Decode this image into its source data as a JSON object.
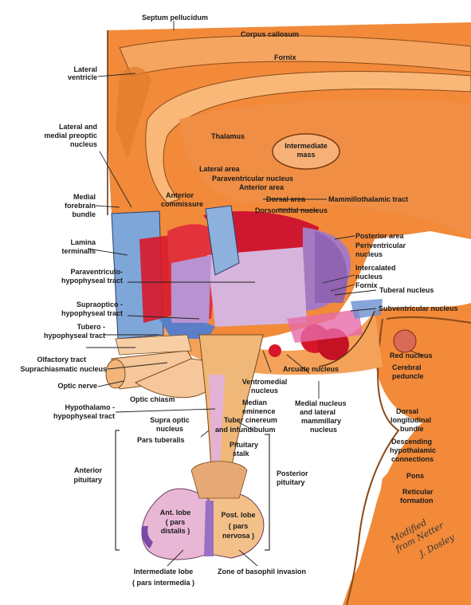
{
  "labels": {
    "septum_pellucidum": "Septum pellucidum",
    "corpus_callosum": "Corpus callosum",
    "fornix": "Fornix",
    "lateral_ventricle_1": "Lateral",
    "lateral_ventricle_2": "ventricle",
    "lat_med_preoptic_1": "Lateral and",
    "lat_med_preoptic_2": "medial preoptic",
    "lat_med_preoptic_3": "nucleus",
    "thalamus": "Thalamus",
    "intermediate_mass_1": "Intermediate",
    "intermediate_mass_2": "mass",
    "lateral_area": "Lateral area",
    "paraventricular_nucleus": "Paraventricular nucleus",
    "anterior_area": "Anterior area",
    "anterior_commissure_1": "Anterior",
    "anterior_commissure_2": "commissure",
    "dorsal_area": "Dorsal area",
    "mammillothalamic_tract": "Mammillothalamic tract",
    "dorsomedial_nucleus": "Dorsomedial nucleus",
    "medial_forebrain_bundle_1": "Medial",
    "medial_forebrain_bundle_2": "forebrain",
    "medial_forebrain_bundle_3": "bundle",
    "lamina_terminalis_1": "Lamina",
    "lamina_terminalis_2": "terminalis",
    "posterior_area": "Posterior area",
    "periventricular_nucleus_1": "Periventricular",
    "periventricular_nucleus_2": "nucleus",
    "paraventriculo_tract_1": "Paraventriculo-",
    "paraventriculo_tract_2": "hypophyseal tract",
    "intercalated_nucleus_1": "Intercalated",
    "intercalated_nucleus_2": "nucleus",
    "fornix_lower": "Fornix",
    "tuberal_nucleus": "Tuberal nucleus",
    "supraoptico_tract_1": "Supraoptico -",
    "supraoptico_tract_2": "hypophyseal tract",
    "subventricular_nucleus": "Subventricular nucleus",
    "tubero_tract_1": "Tubero -",
    "tubero_tract_2": "hypophyseal tract",
    "olfactory_tract": "Olfactory tract",
    "suprachiasmatic_nucleus": "Suprachiasmatic nucleus",
    "red_nucleus": "Red nucleus",
    "optic_nerve": "Optic nerve",
    "arcuate_nucleus": "Arcuate nucleus",
    "cerebral_peduncle_1": "Cerebral",
    "cerebral_peduncle_2": "peduncle",
    "ventromedial_nucleus_1": "Ventromedial",
    "ventromedial_nucleus_2": "nucleus",
    "optic_chiasm": "Optic chiasm",
    "hypothalamo_tract_1": "Hypothalamo -",
    "hypothalamo_tract_2": "hypophyseal tract",
    "median_eminence_1": "Median",
    "median_eminence_2": "eminence",
    "medial_mammillary_1": "Medial nucleus",
    "medial_mammillary_2": "and lateral",
    "medial_mammillary_3": "mammillary",
    "medial_mammillary_4": "nucleus",
    "dorsal_longitudinal_1": "Dorsal",
    "dorsal_longitudinal_2": "longitudinal",
    "dorsal_longitudinal_3": "bundle",
    "supra_optic_nucleus_1": "Supra optic",
    "supra_optic_nucleus_2": "nucleus",
    "tuber_cinereum_1": "Tuber cinereum",
    "tuber_cinereum_2": "and infundibulum",
    "pars_tuberalis": "Pars tuberalis",
    "pituitary_stalk_1": "Pituitary",
    "pituitary_stalk_2": "stalk",
    "descending_hypothalamic_1": "Descending",
    "descending_hypothalamic_2": "hypothalamic",
    "descending_hypothalamic_3": "connections",
    "pons": "Pons",
    "reticular_formation_1": "Reticular",
    "reticular_formation_2": "formation",
    "anterior_pituitary_1": "Anterior",
    "anterior_pituitary_2": "pituitary",
    "posterior_pituitary_1": "Posterior",
    "posterior_pituitary_2": "pituitary",
    "ant_lobe_1": "Ant. lobe",
    "ant_lobe_2": "( pars",
    "ant_lobe_3": "distalis )",
    "post_lobe_1": "Post. lobe",
    "post_lobe_2": "( pars",
    "post_lobe_3": "nervosa )",
    "intermediate_lobe_1": "Intermediate lobe",
    "intermediate_lobe_2": "( pars intermedia )",
    "zone_basophil": "Zone of basophil invasion"
  },
  "signature": {
    "line1": "Modified",
    "line2": "from Netter",
    "line3": "J. Dosley"
  },
  "colors": {
    "brain_orange": "#f28a3a",
    "brain_dark_orange": "#d86a22",
    "pituitary_pink": "#e9b7d6",
    "nucleus_red": "#d8182a",
    "nucleus_purple": "#a57ac0",
    "lamina_blue": "#7fa6d8"
  }
}
